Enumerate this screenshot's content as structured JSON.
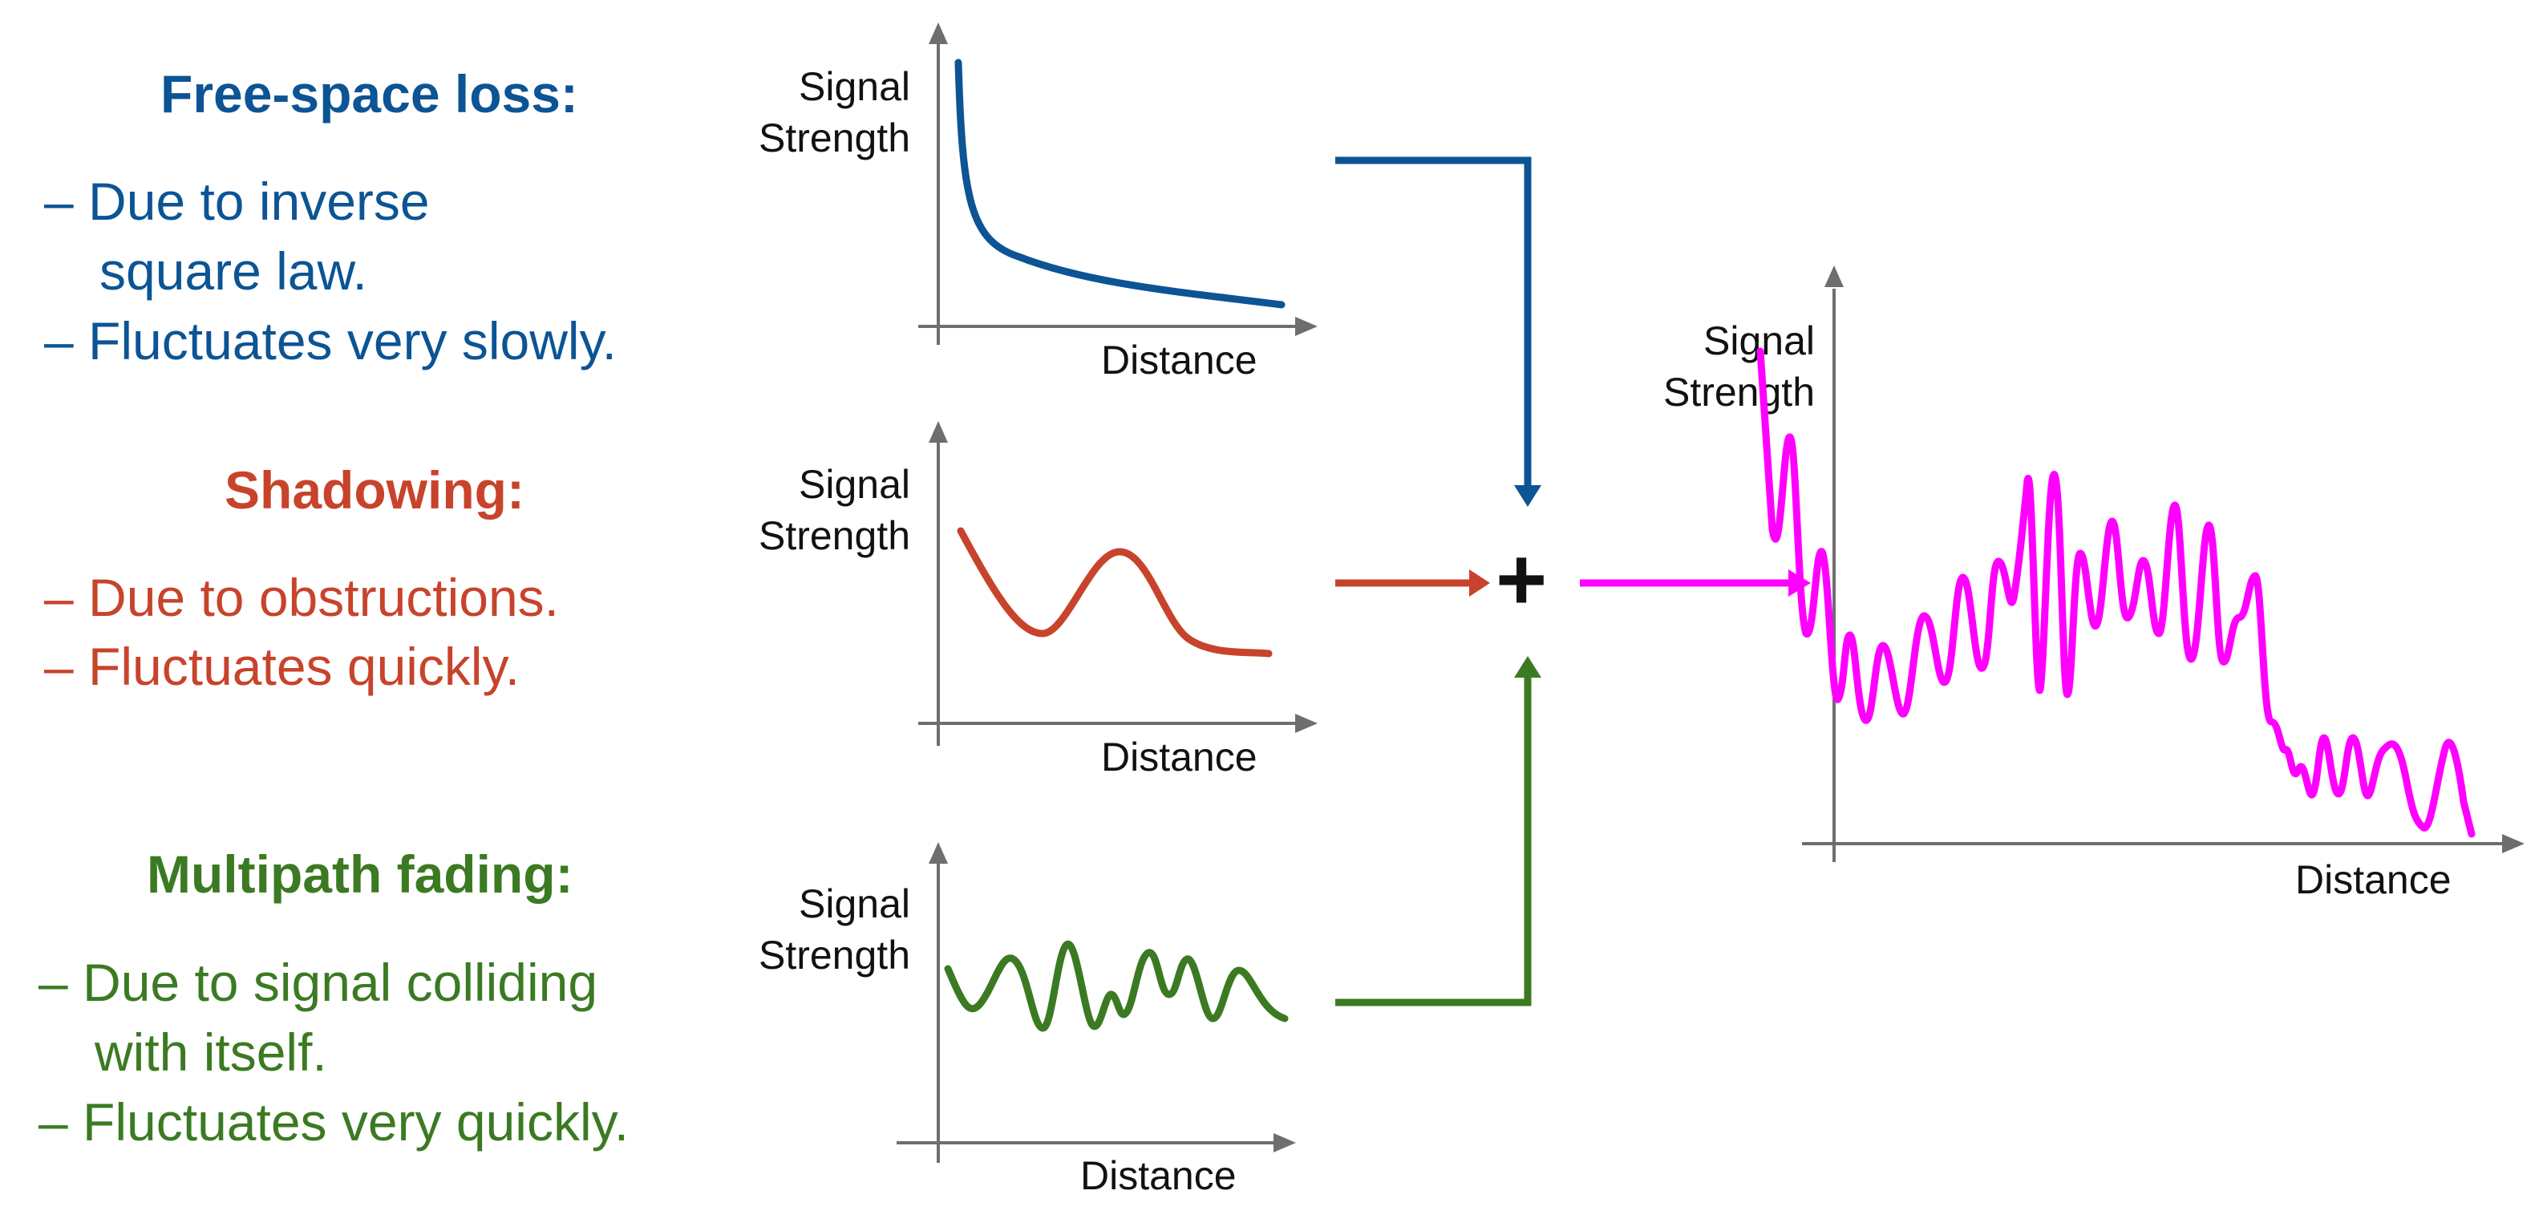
{
  "colors": {
    "free_space": "#0c5494",
    "shadowing": "#c8432b",
    "multipath": "#3b7a22",
    "combined": "#ff00ff",
    "axis": "#6e6e6e",
    "plus": "#111111"
  },
  "free_space": {
    "heading": "Free-space loss:",
    "bullet1_line1": "– Due to inverse",
    "bullet1_line2": "square law.",
    "bullet2": "– Fluctuates very slowly."
  },
  "shadowing": {
    "heading": "Shadowing:",
    "bullet1": "– Due to obstructions.",
    "bullet2": "– Fluctuates quickly."
  },
  "multipath": {
    "heading": "Multipath fading:",
    "bullet1_line1": "– Due to signal colliding",
    "bullet1_line2": "with itself.",
    "bullet2": "– Fluctuates very quickly."
  },
  "axes": {
    "y_line1": "Signal",
    "y_line2": "Strength",
    "x": "Distance"
  },
  "operator": "+"
}
